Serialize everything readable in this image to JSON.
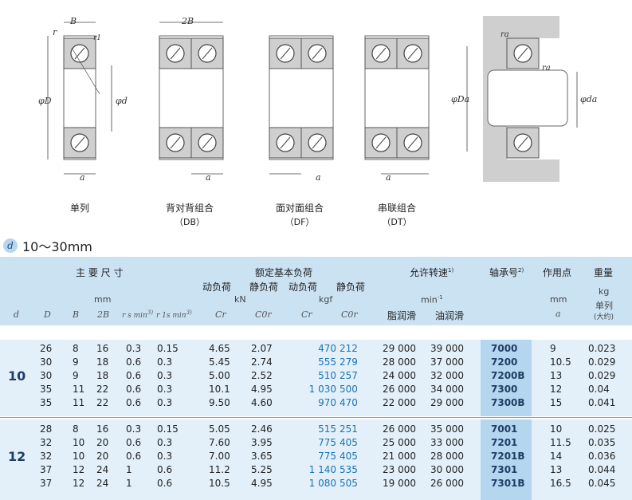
{
  "captions": {
    "single": "单列",
    "db": "背对背组合",
    "db_sub": "（DB）",
    "df": "面对面组合",
    "df_sub": "（DF）",
    "dt": "串联组合",
    "dt_sub": "（DT）"
  },
  "diagram_labels": {
    "B": "B",
    "twoB": "2B",
    "r": "r",
    "r1": "r1",
    "D": "φD",
    "d": "φd",
    "a": "a",
    "ra": "ra",
    "Da": "φDa",
    "da": "φda"
  },
  "section": {
    "badge": "d",
    "range": "10～30mm"
  },
  "header": {
    "main_dims": "主 要 尺 寸",
    "mm": "mm",
    "load": "额定基本负荷",
    "dyn1": "动负荷",
    "stat1": "静负荷",
    "dyn2": "动负荷",
    "stat2": "静负荷",
    "kN": "kN",
    "kgf": "kgf",
    "speed": "允许转速",
    "speed_note": "1)",
    "min": "min",
    "min_sup": "-1",
    "grease": "脂润滑",
    "oil": "油润滑",
    "bearing": "轴承号",
    "bearing_note": "2)",
    "action": "作用点",
    "action_mm": "mm",
    "action_a": "a",
    "weight": "重量",
    "weight_kg": "kg",
    "weight_single": "单列",
    "weight_approx": "(大约)",
    "sym_d": "d",
    "sym_D": "D",
    "sym_B": "B",
    "sym_2B": "2B",
    "sym_rs": "r s min",
    "sym_rs_note": "3)",
    "sym_r1s": "r 1s min",
    "sym_r1s_note": "3)",
    "sym_Cr": "Cr",
    "sym_C0r": "C0r",
    "sym_Cr2": "Cr",
    "sym_C0r2": "C0r"
  },
  "groups": [
    {
      "d": "10",
      "rows": [
        [
          "26",
          "8",
          "16",
          "0.3",
          "0.15",
          "4.65",
          "2.07",
          "470",
          "212",
          "29 000",
          "39 000",
          "7000",
          "9",
          "0.023"
        ],
        [
          "30",
          "9",
          "18",
          "0.6",
          "0.3",
          "5.45",
          "2.74",
          "555",
          "279",
          "28 000",
          "37 000",
          "7200",
          "10.5",
          "0.029"
        ],
        [
          "30",
          "9",
          "18",
          "0.6",
          "0.3",
          "5.00",
          "2.52",
          "510",
          "257",
          "24 000",
          "32 000",
          "7200B",
          "13",
          "0.029"
        ],
        [
          "35",
          "11",
          "22",
          "0.6",
          "0.3",
          "10.1",
          "4.95",
          "1 030",
          "500",
          "26 000",
          "34 000",
          "7300",
          "12",
          "0.04"
        ],
        [
          "35",
          "11",
          "22",
          "0.6",
          "0.3",
          "9.50",
          "4.60",
          "970",
          "470",
          "22 000",
          "29 000",
          "7300B",
          "15",
          "0.041"
        ]
      ]
    },
    {
      "d": "12",
      "rows": [
        [
          "28",
          "8",
          "16",
          "0.3",
          "0.15",
          "5.05",
          "2.46",
          "515",
          "251",
          "26 000",
          "35 000",
          "7001",
          "10",
          "0.025"
        ],
        [
          "32",
          "10",
          "20",
          "0.6",
          "0.3",
          "7.60",
          "3.95",
          "775",
          "405",
          "25 000",
          "33 000",
          "7201",
          "11.5",
          "0.035"
        ],
        [
          "32",
          "10",
          "20",
          "0.6",
          "0.3",
          "7.00",
          "3.65",
          "775",
          "405",
          "21 000",
          "28 000",
          "7201B",
          "14",
          "0.036"
        ],
        [
          "37",
          "12",
          "24",
          "1",
          "0.6",
          "11.2",
          "5.25",
          "1 140",
          "535",
          "23 000",
          "30 000",
          "7301",
          "13",
          "0.044"
        ],
        [
          "37",
          "12",
          "24",
          "1",
          "0.6",
          "10.5",
          "4.95",
          "1 080",
          "505",
          "19 000",
          "26 000",
          "7301B",
          "16.5",
          "0.045"
        ]
      ]
    }
  ]
}
